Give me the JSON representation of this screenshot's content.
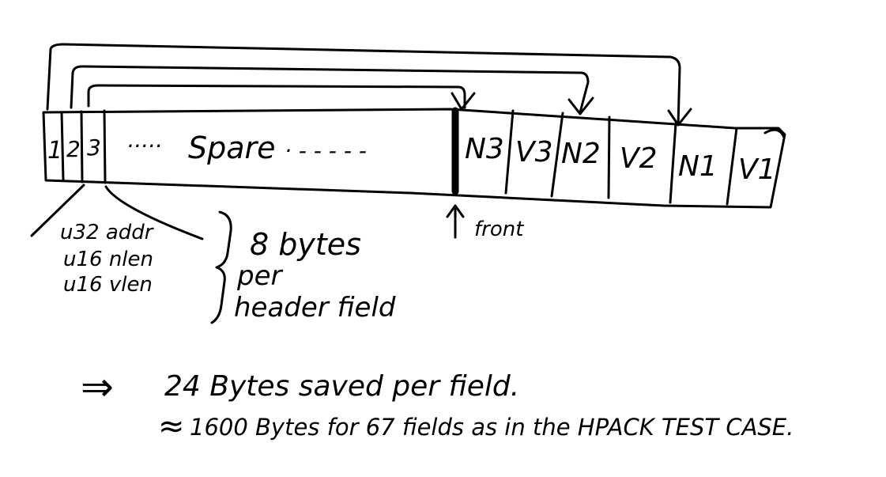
{
  "diagram": {
    "slots": {
      "s1": "1",
      "s2": "2",
      "s3": "3"
    },
    "spare": {
      "dots_left": "·····",
      "label": "Spare",
      "dots_right": "·  -  -  -  -  -"
    },
    "entries": [
      {
        "name": "N3",
        "value": "V3"
      },
      {
        "name": "N2",
        "value": "V2"
      },
      {
        "name": "N1",
        "value": "V1"
      }
    ],
    "front_label": "front",
    "header_fields": [
      "u32 addr",
      "u16 nlen",
      "u16 vlen"
    ],
    "size_note": {
      "line1": "8 bytes",
      "line2": "per",
      "line3": "header field"
    },
    "conclusion": {
      "arrow": "⇒",
      "line1": "24 Bytes saved per field.",
      "approx": "≈",
      "line2": "1600 Bytes for 67 fields as in the HPACK TEST CASE."
    }
  }
}
